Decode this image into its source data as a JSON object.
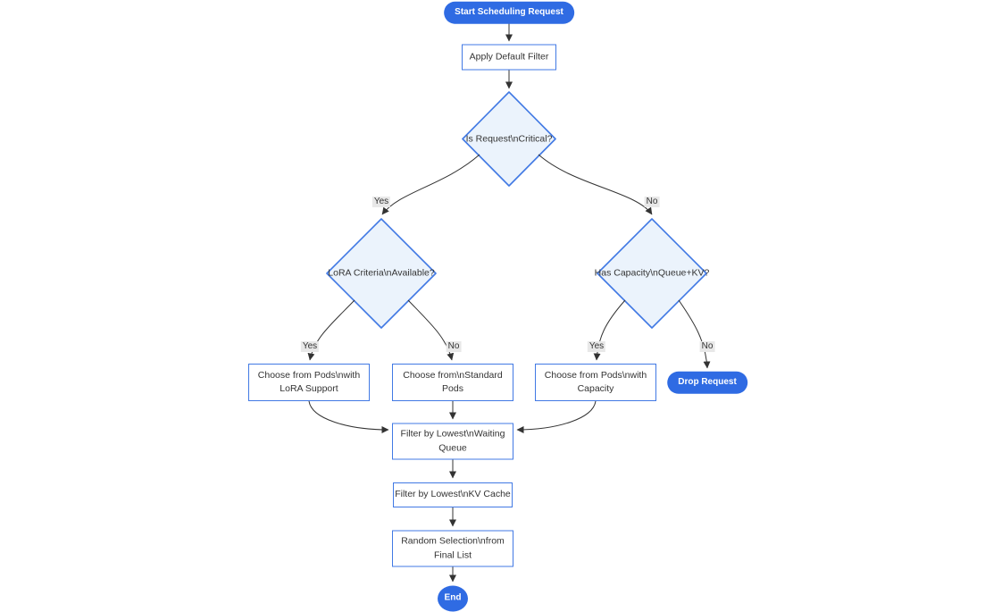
{
  "nodes": {
    "start": {
      "label": "Start Scheduling Request"
    },
    "apply_filter": {
      "label": "Apply Default Filter"
    },
    "is_critical": {
      "label": "Is Request\\nCritical?"
    },
    "lora_criteria": {
      "label": "LoRA Criteria\\nAvailable?"
    },
    "has_capacity": {
      "label": "Has Capacity\\nQueue+KV?"
    },
    "choose_lora_pods": {
      "line1": "Choose from Pods\\nwith",
      "line2": "LoRA Support"
    },
    "choose_standard_pods": {
      "line1": "Choose from\\nStandard",
      "line2": "Pods"
    },
    "choose_capacity_pods": {
      "line1": "Choose from Pods\\nwith",
      "line2": "Capacity"
    },
    "drop_request": {
      "label": "Drop Request"
    },
    "filter_waiting_queue": {
      "line1": "Filter by Lowest\\nWaiting",
      "line2": "Queue"
    },
    "filter_kv_cache": {
      "label": "Filter by Lowest\\nKV Cache"
    },
    "random_selection": {
      "line1": "Random Selection\\nfrom",
      "line2": "Final List"
    },
    "end": {
      "label": "End"
    }
  },
  "edge_labels": {
    "critical_yes": "Yes",
    "critical_no": "No",
    "lora_yes": "Yes",
    "lora_no": "No",
    "capacity_yes": "Yes",
    "capacity_no": "No"
  },
  "colors": {
    "accent_blue": "#2f6be3",
    "node_border_blue": "#4179e4",
    "decision_fill": "#ebf3fc",
    "edge_line": "#333333",
    "edge_label_bg": "#e8e8e8",
    "text_dark": "#333333"
  }
}
